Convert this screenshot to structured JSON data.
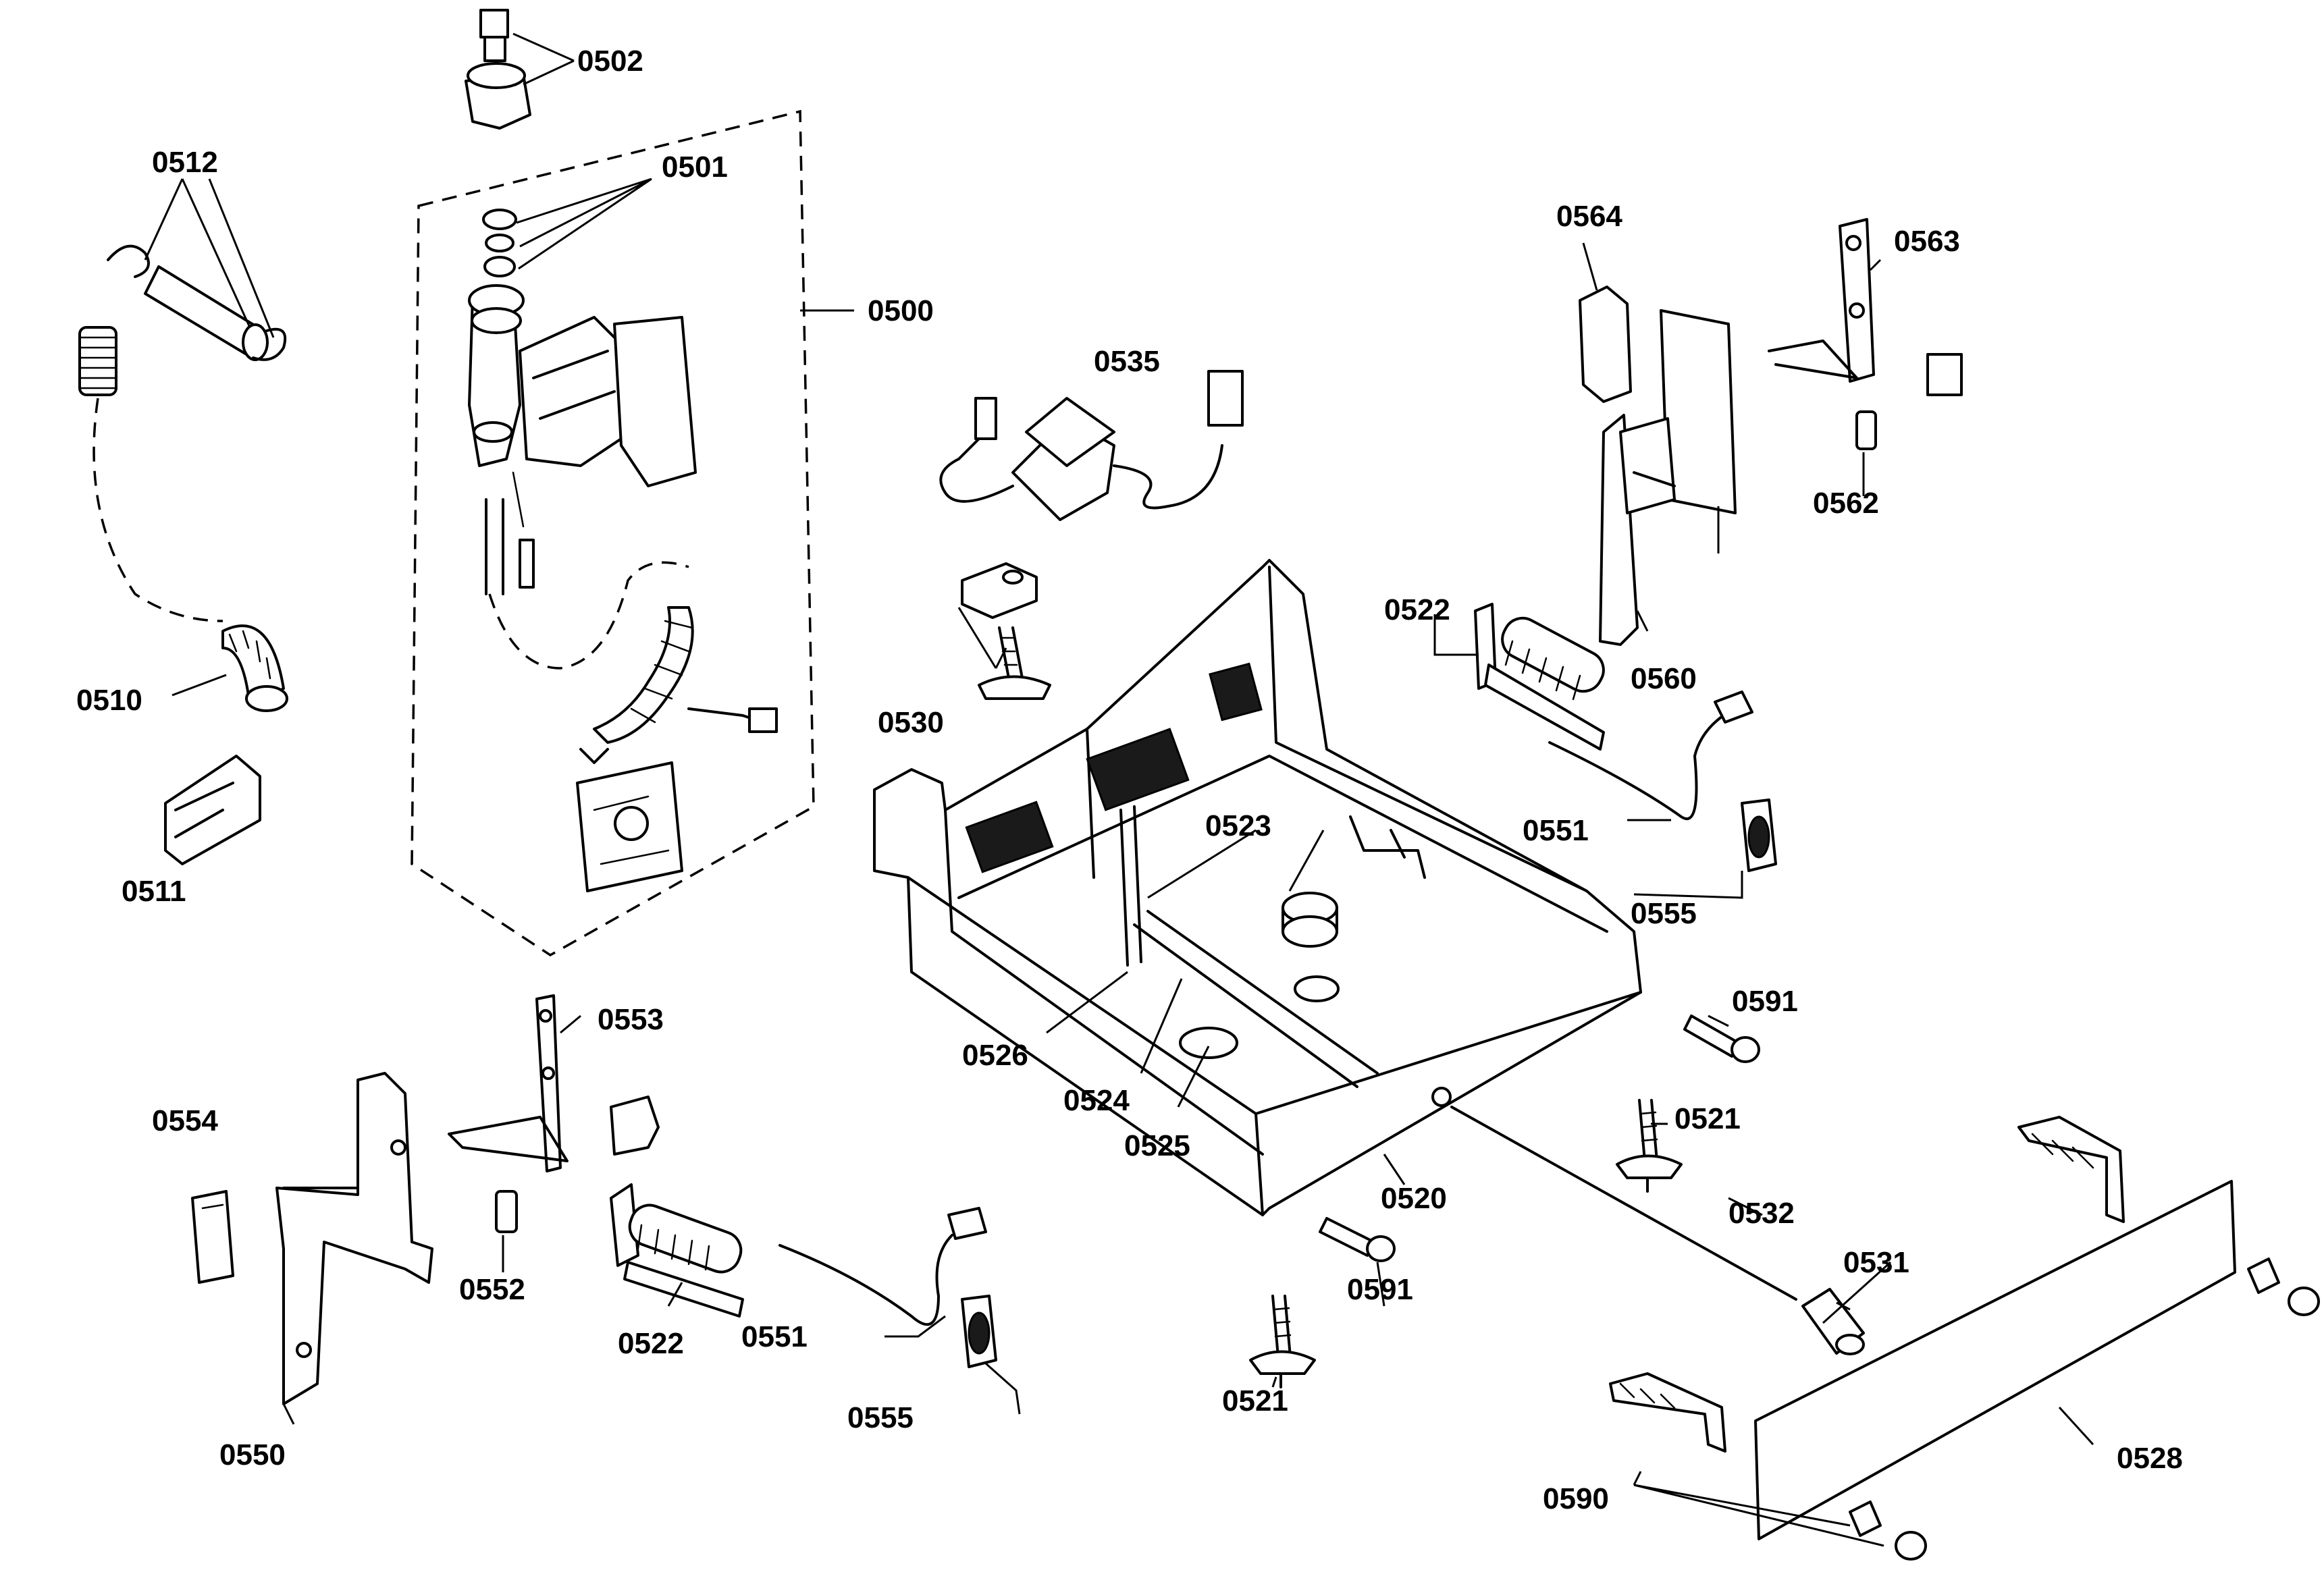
{
  "callouts": {
    "c0500": "0500",
    "c0501": "0501",
    "c0502": "0502",
    "c0510": "0510",
    "c0511": "0511",
    "c0512": "0512",
    "c0520": "0520",
    "c0521a": "0521",
    "c0521b": "0521",
    "c0522a": "0522",
    "c0522b": "0522",
    "c0523": "0523",
    "c0524": "0524",
    "c0525": "0525",
    "c0526": "0526",
    "c0528": "0528",
    "c0530": "0530",
    "c0531": "0531",
    "c0532": "0532",
    "c0535": "0535",
    "c0550": "0550",
    "c0551a": "0551",
    "c0551b": "0551",
    "c0552": "0552",
    "c0553": "0553",
    "c0554": "0554",
    "c0555a": "0555",
    "c0555b": "0555",
    "c0560": "0560",
    "c0562": "0562",
    "c0563": "0563",
    "c0564": "0564",
    "c0590": "0590",
    "c0591a": "0591",
    "c0591b": "0591"
  }
}
